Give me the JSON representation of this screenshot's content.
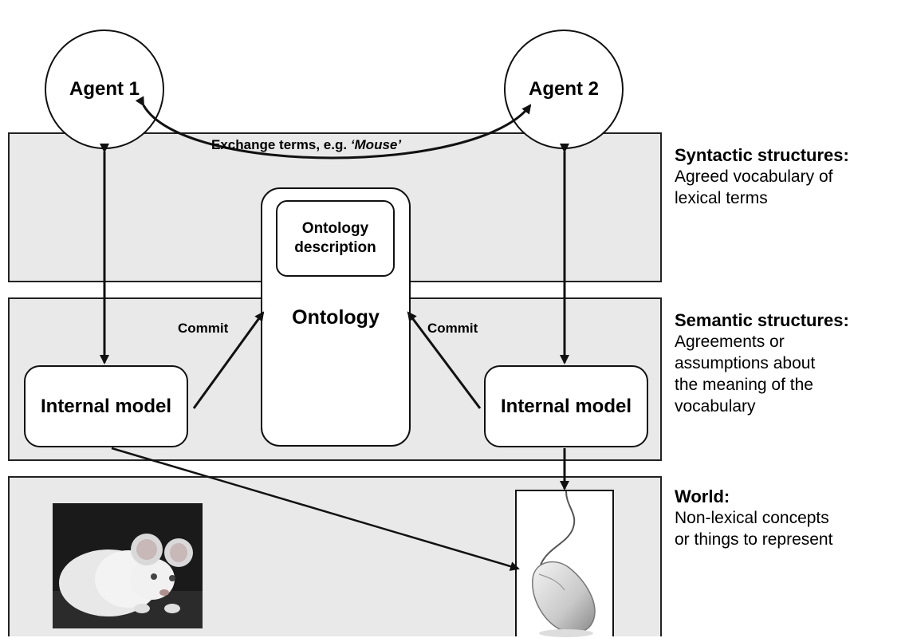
{
  "agents": {
    "agent1": "Agent 1",
    "agent2": "Agent 2"
  },
  "exchange": {
    "prefix": "Exchange terms, e.g. ",
    "term": "‘Mouse’"
  },
  "ontology": {
    "description": "Ontology description",
    "label": "Ontology"
  },
  "commit": {
    "left": "Commit",
    "right": "Commit"
  },
  "internal_model": {
    "left": "Internal model",
    "right": "Internal model"
  },
  "side": {
    "syntactic": {
      "heading": "Syntactic structures:",
      "lines": [
        "Agreed vocabulary of",
        "lexical terms"
      ]
    },
    "semantic": {
      "heading": "Semantic structures:",
      "lines": [
        "Agreements or",
        "assumptions about",
        "the meaning of the",
        "vocabulary"
      ]
    },
    "world": {
      "heading": "World:",
      "lines": [
        "Non-lexical concepts",
        "or things to represent"
      ]
    }
  },
  "images": {
    "rat": "lab-mouse-photo",
    "computer_mouse": "computer-mouse-photo"
  }
}
